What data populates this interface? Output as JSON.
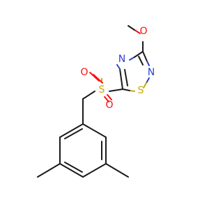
{
  "molecule": {
    "atoms": {
      "sulfonyl_s": "S",
      "sulfonyl_o_top": "O",
      "sulfonyl_o_bottom": "O",
      "ring_n4": "N",
      "ring_n2": "N",
      "ring_s1": "S",
      "methoxy_o": "O"
    },
    "colors": {
      "carbon": "#1a1a1a",
      "oxygen": "#ff0d0d",
      "nitrogen": "#2f3fd0",
      "sulfur": "#c9a900"
    }
  }
}
